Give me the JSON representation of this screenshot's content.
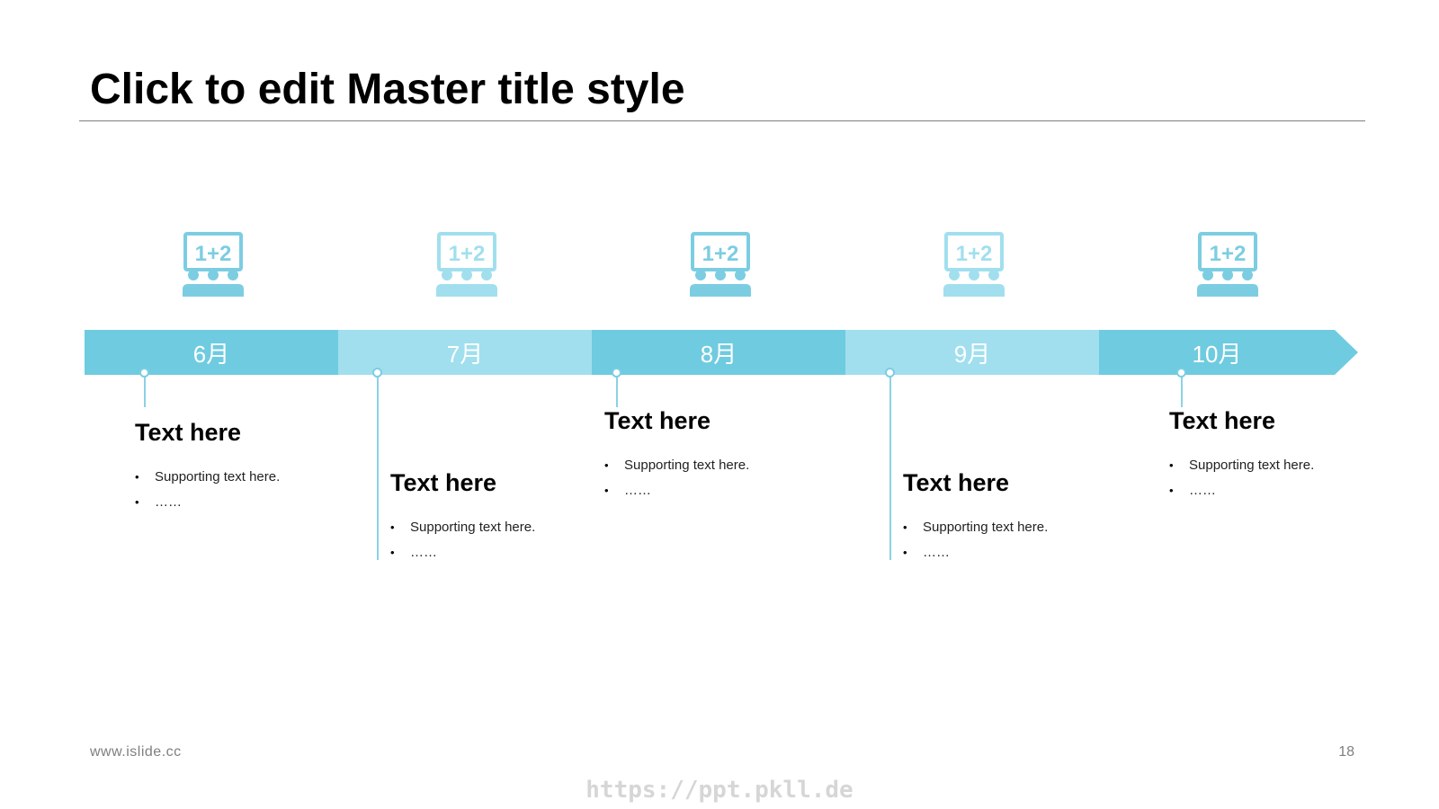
{
  "slide": {
    "title": "Click to edit Master title style",
    "footer_url": "www.islide.cc",
    "page_number": "18",
    "watermark": "https://ppt.pkll.de"
  },
  "colors": {
    "bar_dark": "#6fcbe0",
    "bar_light": "#a1dfee",
    "icon": "#7ccde2",
    "icon_light": "#a1dfee"
  },
  "timeline": {
    "icon_name": "classroom-board-icon",
    "icon_text": "1+2",
    "months": [
      "6月",
      "7月",
      "8月",
      "9月",
      "10月"
    ]
  },
  "cards": [
    {
      "heading": "Text here",
      "bullets": [
        "Supporting text here.",
        "……"
      ]
    },
    {
      "heading": "Text here",
      "bullets": [
        "Supporting text here.",
        "……"
      ]
    },
    {
      "heading": "Text here",
      "bullets": [
        "Supporting text here.",
        "……"
      ]
    },
    {
      "heading": "Text here",
      "bullets": [
        "Supporting text here.",
        "……"
      ]
    },
    {
      "heading": "Text here",
      "bullets": [
        "Supporting text here.",
        "……"
      ]
    }
  ]
}
